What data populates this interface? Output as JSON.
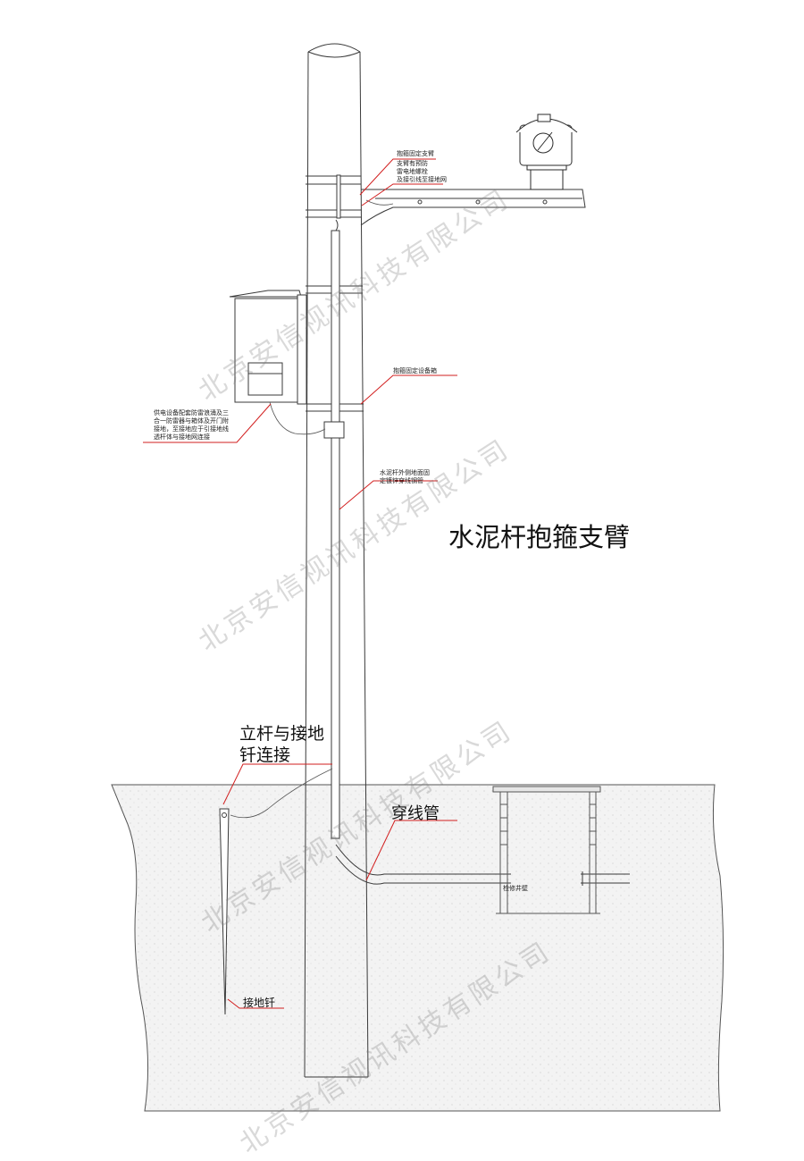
{
  "title": "水泥杆抱箍支臂",
  "labels": {
    "camera_arm": "抱箍固定支臂",
    "lightning_1": "支臂有预防",
    "lightning_2": "雷电地螺栓",
    "lightning_3": "及接引线至接地网",
    "cabinet_hoop": "抱箍固定设备箱",
    "power_1": "供电设备配套防雷浪涌及三",
    "power_2": "合一防雷器与箱体及开门附",
    "power_3": "接地，至接地应于引接地线",
    "power_4": "透杆体与接地网连接",
    "conduit_1": "水泥杆外侧地面固",
    "conduit_2": "定镀锌穿线钢管",
    "pole_ground_1": "立杆与接地",
    "pole_ground_2": "钎连接",
    "wire_pipe": "穿线管",
    "handhole": "检修井壁",
    "ground_rod": "接地钎"
  },
  "watermark": "北京安信视讯科技有限公司",
  "colors": {
    "line": "#3a3a3a",
    "leader": "#d21f1f",
    "soil": "#f1f1f1"
  }
}
